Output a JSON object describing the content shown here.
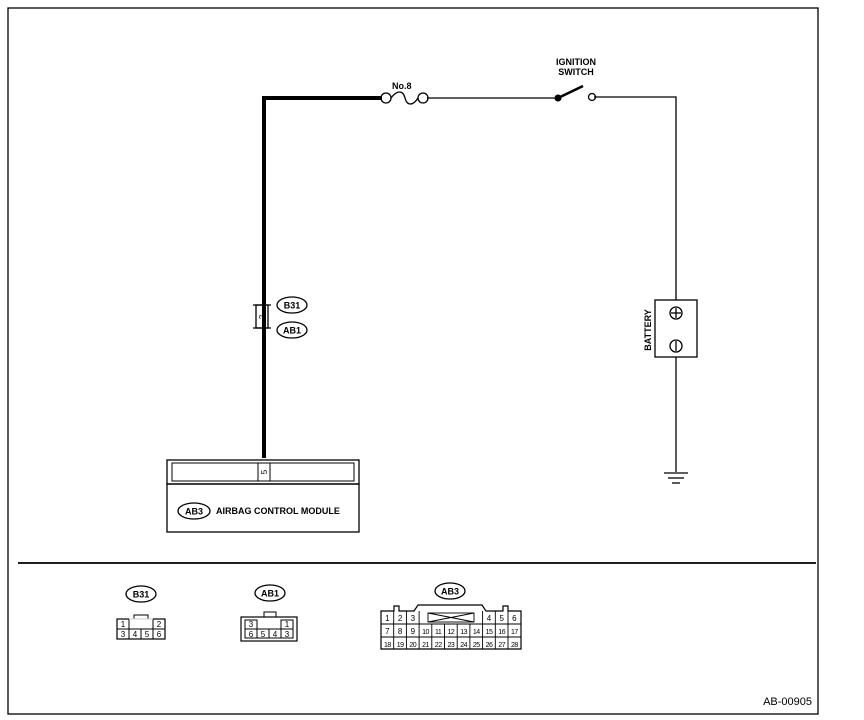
{
  "circuit": {
    "fuse_label": "No.8",
    "ignition_switch_line1": "IGNITION",
    "ignition_switch_line2": "SWITCH",
    "battery_label": "BATTERY",
    "connector_b31_tag": "B31",
    "connector_ab1_tag": "AB1",
    "junction_pin": "2",
    "module_pin": "5",
    "module_tag": "AB3",
    "module_name": "AIRBAG CONTROL MODULE"
  },
  "connectors": {
    "b31": {
      "tag": "B31",
      "row1": [
        "1",
        "2"
      ],
      "row2": [
        "3",
        "4",
        "5",
        "6"
      ]
    },
    "ab1": {
      "tag": "AB1",
      "row1": [
        "3",
        "1"
      ],
      "row2": [
        "6",
        "5",
        "4",
        "3"
      ]
    },
    "ab3": {
      "tag": "AB3",
      "row1": [
        "1",
        "2",
        "3",
        "4",
        "5",
        "6"
      ],
      "row2": [
        "7",
        "8",
        "9",
        "10",
        "11",
        "12",
        "13",
        "14",
        "15",
        "16",
        "17"
      ],
      "row3": [
        "18",
        "19",
        "20",
        "21",
        "22",
        "23",
        "24",
        "25",
        "26",
        "27",
        "28"
      ]
    }
  },
  "footer": {
    "code": "AB-00905"
  }
}
